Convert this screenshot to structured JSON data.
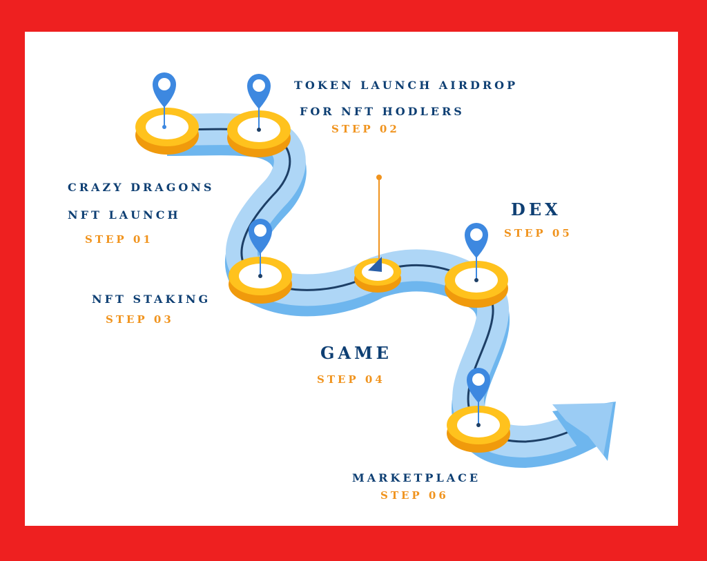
{
  "colors": {
    "frame": "#ee2020",
    "panel": "#ffffff",
    "road_top": "#aed6f6",
    "road_side": "#6eb6ee",
    "road_line": "#1d3f66",
    "ring_top": "#ffc21d",
    "ring_side": "#f09a0c",
    "pin": "#3d88e0",
    "title_text": "#0e3f73",
    "step_text": "#f0931d"
  },
  "steps": [
    {
      "title_lines": [
        "CRAZY DRAGONS",
        "NFT LAUNCH"
      ],
      "step": "STEP 01"
    },
    {
      "title_lines": [
        "TOKEN LAUNCH AIRDROP",
        "FOR NFT HODLERS"
      ],
      "step": "STEP 02"
    },
    {
      "title_lines": [
        "NFT STAKING"
      ],
      "step": "STEP 03"
    },
    {
      "title_lines": [
        "GAME"
      ],
      "step": "STEP 04"
    },
    {
      "title_lines": [
        "DEX"
      ],
      "step": "STEP 05"
    },
    {
      "title_lines": [
        "MARKETPLACE"
      ],
      "step": "STEP 06"
    }
  ],
  "icons": [
    "map-pin-icon",
    "flag-icon",
    "arrow-right-icon"
  ]
}
